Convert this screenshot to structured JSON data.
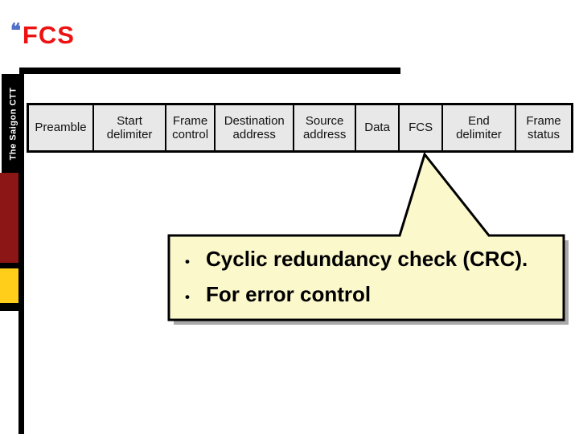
{
  "slide": {
    "title_bullet": "❝",
    "title": "FCS",
    "sidebar_text": "The Saigon CTT",
    "frame_fields": [
      "Preamble",
      "Start delimiter",
      "Frame control",
      "Destination address",
      "Source address",
      "Data",
      "FCS",
      "End delimiter",
      "Frame status"
    ],
    "callout_bullets": [
      {
        "marker": "•",
        "text": "Cyclic redundancy check (CRC)."
      },
      {
        "marker": "•",
        "text": "For error control"
      }
    ],
    "colors": {
      "title_red": "#ee1111",
      "bullet_blue": "#5070c8",
      "cell_gray": "#e8e8e8",
      "callout_yellow": "#fbf8cc",
      "shadow_gray": "#a9a9a9",
      "maroon_block": "#8c1616",
      "gold_block": "#ffce1b"
    }
  }
}
